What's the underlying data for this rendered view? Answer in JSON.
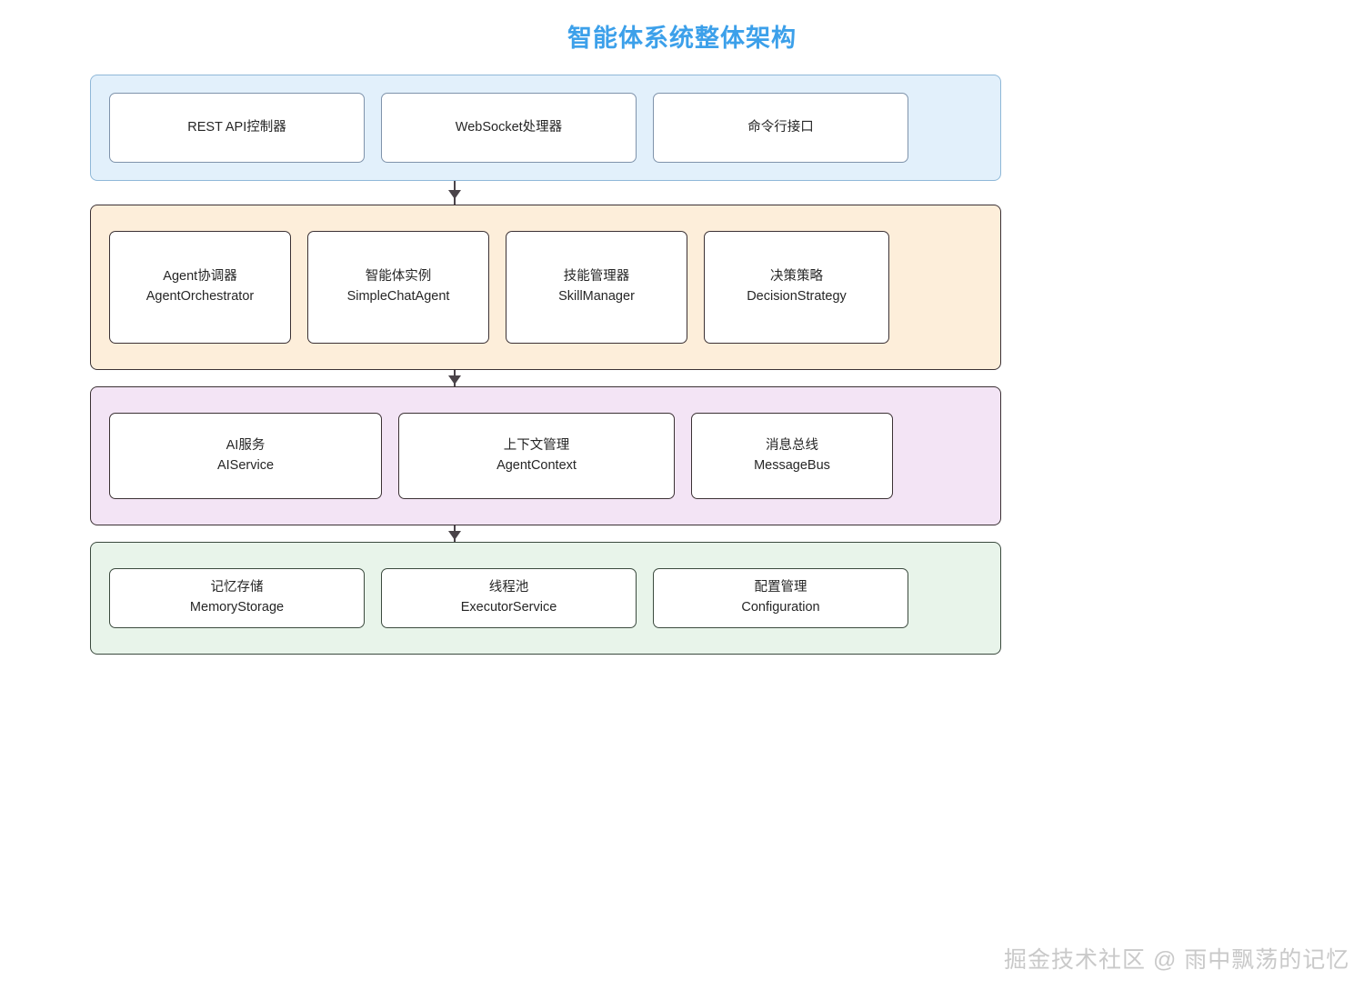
{
  "title": "智能体系统整体架构",
  "watermark": "掘金技术社区 @ 雨中飘荡的记忆",
  "colors": {
    "title": "#3ca0ea",
    "interface_fill": "#e2f0fb",
    "interface_border": "#8fb8d8",
    "core_fill": "#fdeeda",
    "core_border": "#3b3134",
    "service_fill": "#f3e4f5",
    "service_border": "#3b3134",
    "infra_fill": "#e8f4ea",
    "infra_border": "#3b4a3e",
    "node_fill": "#ffffff",
    "connector": "#4a4349",
    "watermark": "#c9c9c9"
  },
  "layers": [
    {
      "id": "interface",
      "nodes": [
        {
          "line1": "REST API控制器",
          "line2": ""
        },
        {
          "line1": "WebSocket处理器",
          "line2": ""
        },
        {
          "line1": "命令行接口",
          "line2": ""
        }
      ]
    },
    {
      "id": "core",
      "nodes": [
        {
          "line1": "Agent协调器",
          "line2": "AgentOrchestrator"
        },
        {
          "line1": "智能体实例",
          "line2": "SimpleChatAgent"
        },
        {
          "line1": "技能管理器",
          "line2": "SkillManager"
        },
        {
          "line1": "决策策略",
          "line2": "DecisionStrategy"
        }
      ]
    },
    {
      "id": "service",
      "nodes": [
        {
          "line1": "AI服务",
          "line2": "AIService"
        },
        {
          "line1": "上下文管理",
          "line2": "AgentContext"
        },
        {
          "line1": "消息总线",
          "line2": "MessageBus"
        }
      ]
    },
    {
      "id": "infra",
      "nodes": [
        {
          "line1": "记忆存储",
          "line2": "MemoryStorage"
        },
        {
          "line1": "线程池",
          "line2": "ExecutorService"
        },
        {
          "line1": "配置管理",
          "line2": "Configuration"
        }
      ]
    }
  ]
}
